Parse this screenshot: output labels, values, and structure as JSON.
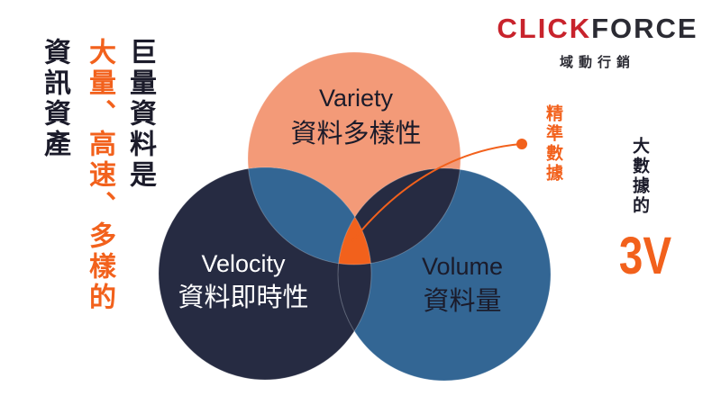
{
  "left_text": {
    "col1": "資訊資產",
    "col2": "大量、高速、多樣的",
    "col3": "巨量資料是"
  },
  "brand": {
    "name_part1": "CLICK",
    "name_part2": "FORCE",
    "tagline": "域動行銷"
  },
  "circles": {
    "variety": {
      "title": "Variety",
      "subtitle": "資料多樣性",
      "color": "#f39a78"
    },
    "velocity": {
      "title": "Velocity",
      "subtitle": "資料即時性",
      "color": "#262b42"
    },
    "volume": {
      "title": "Volume",
      "subtitle": "資料量",
      "color": "#336694"
    },
    "overlap_color": "#f2611c"
  },
  "callout": "精準數據",
  "right_text": {
    "label": "大數據的",
    "big": "3V"
  },
  "colors": {
    "accent_orange": "#f2611c",
    "brand_red": "#c8232c",
    "dark_text": "#1b1b2a"
  }
}
